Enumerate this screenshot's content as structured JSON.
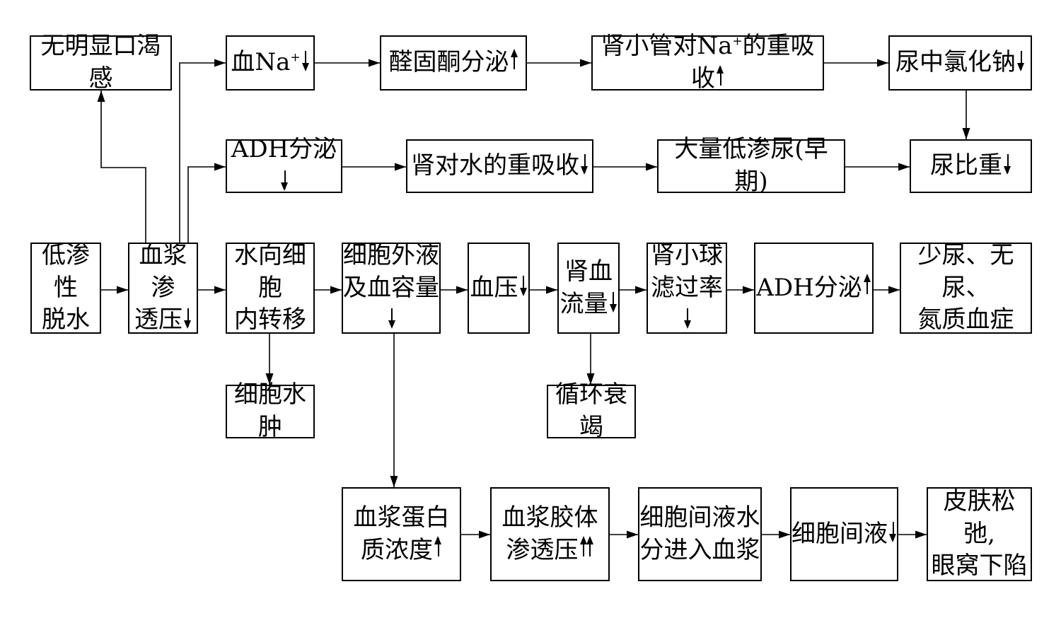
{
  "nodes": [
    {
      "id": "n1",
      "text": "无明显口渴感",
      "arrow": ""
    },
    {
      "id": "n2",
      "text": "血Na",
      "sup": "+",
      "arrow": "down"
    },
    {
      "id": "n3",
      "text": "醛固酮分泌",
      "arrow": "up"
    },
    {
      "id": "n4",
      "text": "肾小管对Na",
      "sup": "+",
      "text2": "的重吸收",
      "arrow": "up"
    },
    {
      "id": "n5",
      "text": "尿中氯化钠",
      "arrow": "down"
    },
    {
      "id": "n6",
      "text": "ADH分泌",
      "arrow": "down"
    },
    {
      "id": "n7",
      "text": "肾对水的重吸收",
      "arrow": "down"
    },
    {
      "id": "n8",
      "text": "大量低渗尿(早期)",
      "arrow": ""
    },
    {
      "id": "n9",
      "text": "尿比重",
      "arrow": "down"
    },
    {
      "id": "n10",
      "line1": "低渗性",
      "line2": "脱水",
      "arrow": ""
    },
    {
      "id": "n11",
      "line1": "血浆渗",
      "line2": "透压",
      "arrow": "down"
    },
    {
      "id": "n12",
      "line1": "水向细胞",
      "line2": "内转移",
      "arrow": ""
    },
    {
      "id": "n13",
      "line1": "细胞外液",
      "line2": "及血容量",
      "arrow": "down"
    },
    {
      "id": "n14",
      "text": "血压",
      "arrow": "down"
    },
    {
      "id": "n15",
      "line1": "肾血",
      "line2": "流量",
      "arrow": "down"
    },
    {
      "id": "n16",
      "line1": "肾小球",
      "line2": "滤过率",
      "arrow": "down"
    },
    {
      "id": "n17",
      "text": "ADH分泌",
      "arrow": "up"
    },
    {
      "id": "n18",
      "line1": "少尿、无尿、",
      "line2": "氮质血症",
      "arrow": ""
    },
    {
      "id": "n19",
      "text": "细胞水肿",
      "arrow": ""
    },
    {
      "id": "n20",
      "text": "循环衰竭",
      "arrow": ""
    },
    {
      "id": "n21",
      "line1": "血浆蛋白",
      "line2": "质浓度",
      "arrow": "up"
    },
    {
      "id": "n22",
      "line1": "血浆胶体",
      "line2": "渗透压",
      "arrow": "upup"
    },
    {
      "id": "n23",
      "line1": "细胞间液水",
      "line2": "分进入血浆",
      "arrow": ""
    },
    {
      "id": "n24",
      "text": "细胞间液",
      "arrow": "down"
    },
    {
      "id": "n25",
      "line1": "皮肤松弛,",
      "line2": "眼窝下陷",
      "arrow": ""
    }
  ],
  "edges": [
    {
      "from": "n11",
      "to": "n1"
    },
    {
      "from": "n11",
      "to": "n2"
    },
    {
      "from": "n2",
      "to": "n3"
    },
    {
      "from": "n3",
      "to": "n4"
    },
    {
      "from": "n4",
      "to": "n5"
    },
    {
      "from": "n5",
      "to": "n9"
    },
    {
      "from": "n11",
      "to": "n6"
    },
    {
      "from": "n6",
      "to": "n7"
    },
    {
      "from": "n7",
      "to": "n8"
    },
    {
      "from": "n8",
      "to": "n9"
    },
    {
      "from": "n10",
      "to": "n11"
    },
    {
      "from": "n11",
      "to": "n12"
    },
    {
      "from": "n12",
      "to": "n13"
    },
    {
      "from": "n13",
      "to": "n14"
    },
    {
      "from": "n14",
      "to": "n15"
    },
    {
      "from": "n15",
      "to": "n16"
    },
    {
      "from": "n16",
      "to": "n17"
    },
    {
      "from": "n17",
      "to": "n18"
    },
    {
      "from": "n12",
      "to": "n19"
    },
    {
      "from": "n15",
      "to": "n20"
    },
    {
      "from": "n13",
      "to": "n21"
    },
    {
      "from": "n21",
      "to": "n22"
    },
    {
      "from": "n22",
      "to": "n23"
    },
    {
      "from": "n23",
      "to": "n24"
    },
    {
      "from": "n24",
      "to": "n25"
    }
  ]
}
